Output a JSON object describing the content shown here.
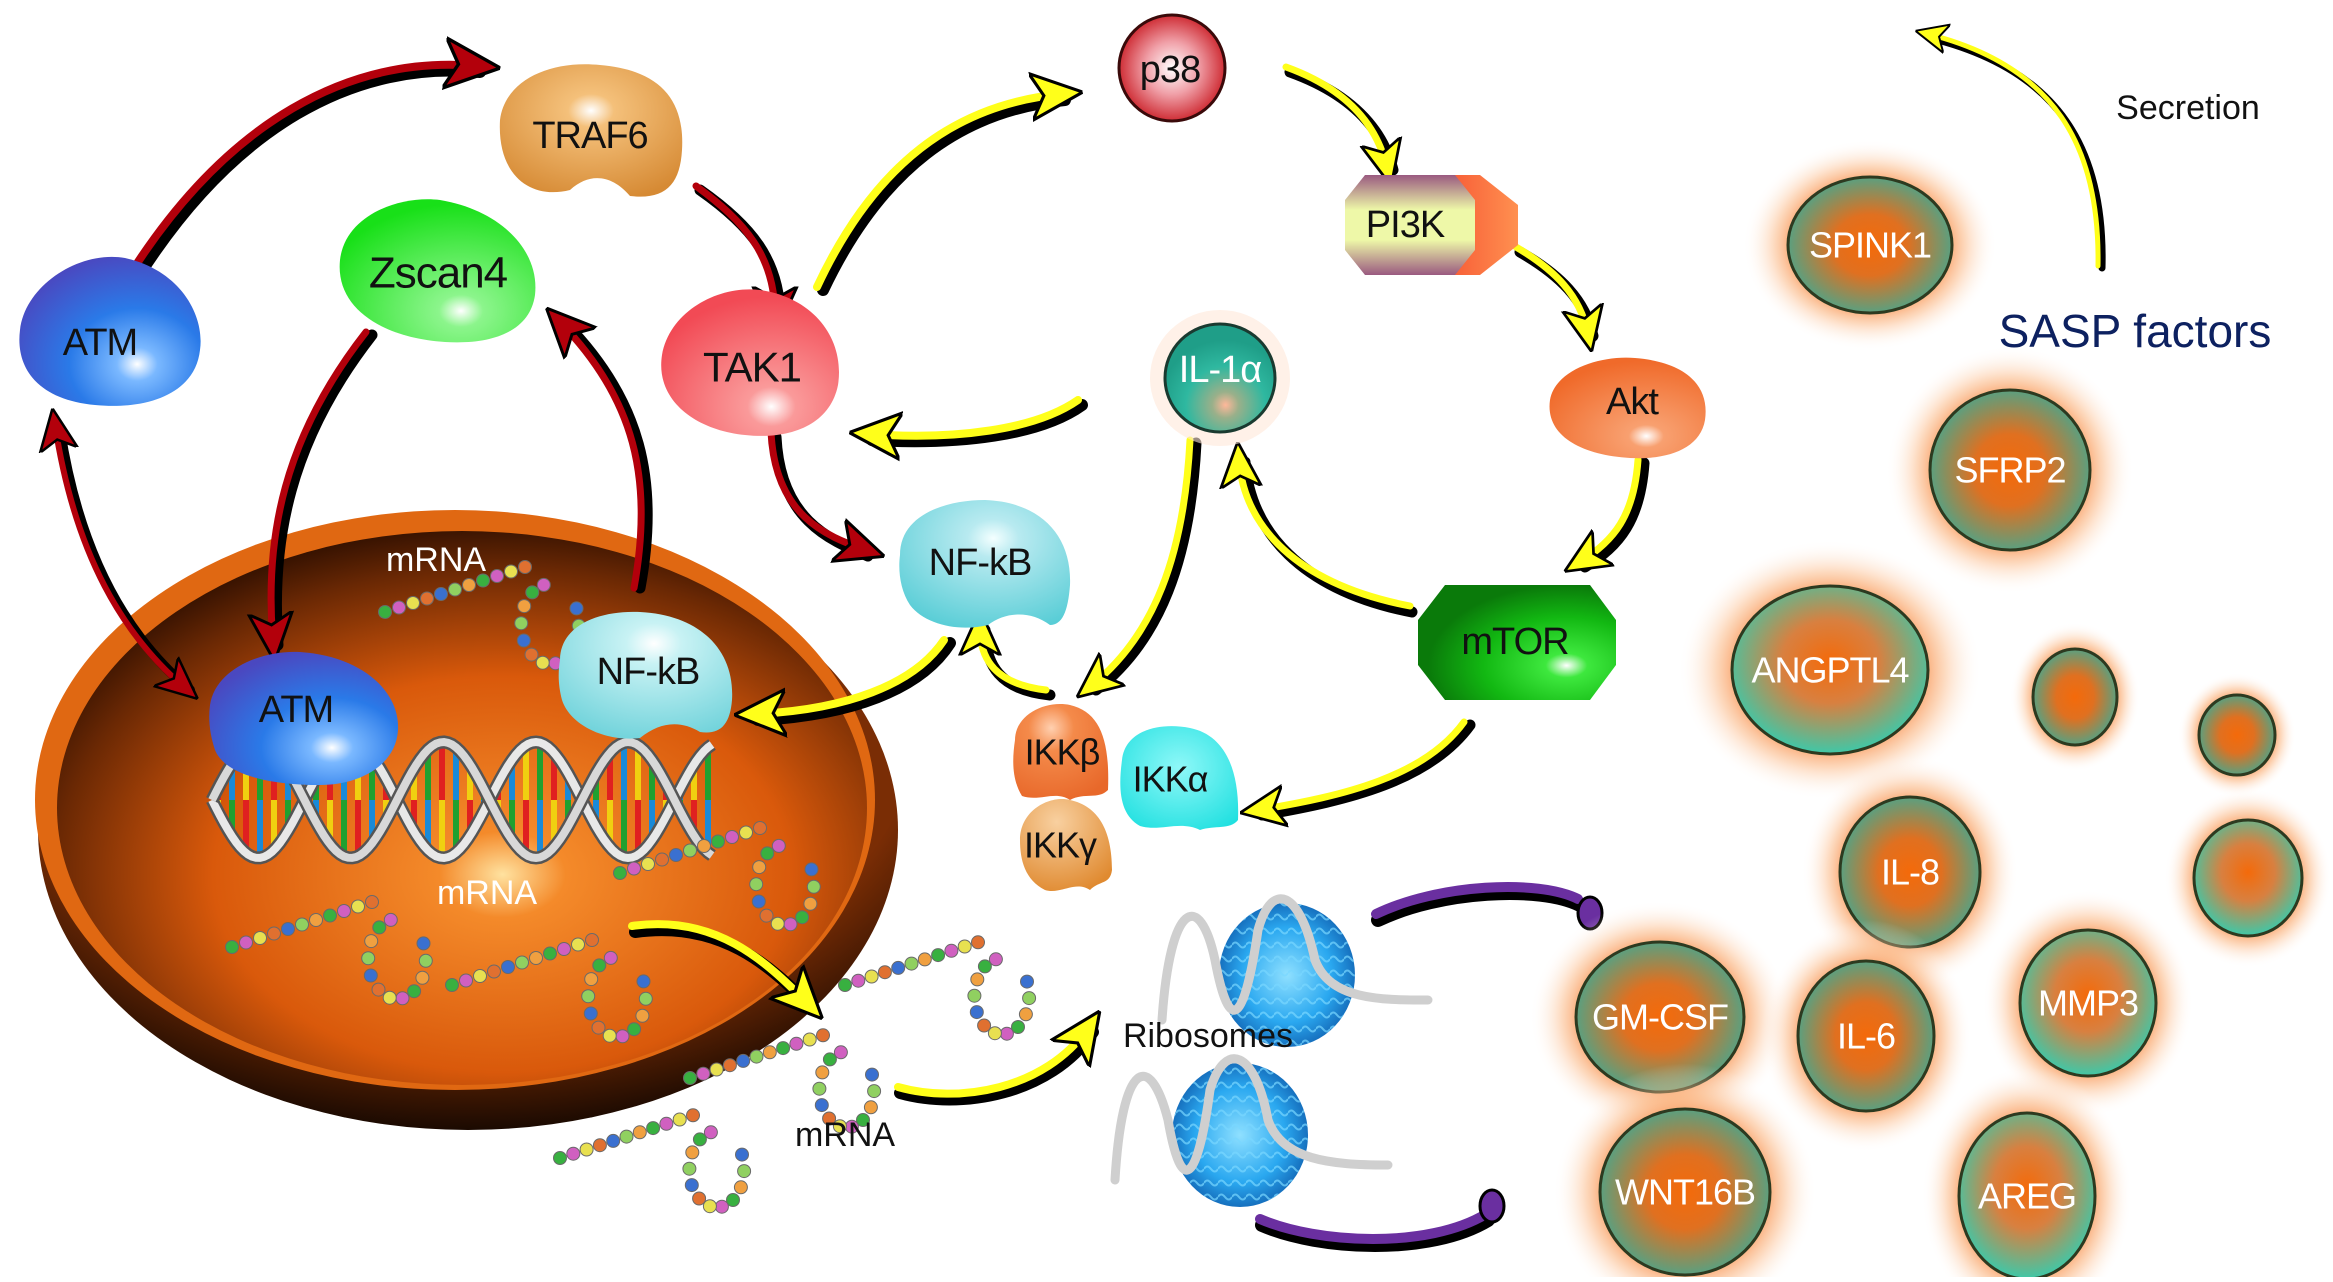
{
  "diagram": {
    "title": "SASP factors",
    "secretion_label": "Secretion",
    "ribosomes_label": "Ribosomes",
    "colors": {
      "red_arrow": "#b3000b",
      "yellow_arrow": "#ffff1a",
      "arrow_shadow": "#000000",
      "nucleus": "#e8640f",
      "sasp_ring": "#5fae8a",
      "sasp_core": "#f06a10",
      "title": "#0d2160",
      "ribosome": "#2f9be0",
      "protein_tail": "#6a2fa0"
    },
    "nodes": {
      "atm_cyto": "ATM",
      "traf6": "TRAF6",
      "zscan4": "Zscan4",
      "tak1": "TAK1",
      "p38": "p38",
      "pi3k": "PI3K",
      "il1a": "IL-1α",
      "akt": "Akt",
      "nfkb_cyto": "NF-kB",
      "mtor": "mTOR",
      "ikkb": "IKKβ",
      "ikka": "IKKα",
      "ikkg": "IKKγ",
      "atm_nuc": "ATM",
      "nfkb_nuc": "NF-kB"
    },
    "mrna_labels": {
      "nucleus_top": "mRNA",
      "nucleus_bottom": "mRNA",
      "cytoplasm": "mRNA"
    },
    "sasp_factors": [
      "SPINK1",
      "SFRP2",
      "ANGPTL4",
      "",
      "",
      "IL-8",
      "",
      "GM-CSF",
      "IL-6",
      "MMP3",
      "WNT16B",
      "AREG"
    ],
    "edges": [
      {
        "from": "ATM",
        "to": "TRAF6",
        "type": "red"
      },
      {
        "from": "TRAF6",
        "to": "TAK1",
        "type": "red"
      },
      {
        "from": "TAK1",
        "to": "NF-kB",
        "type": "red"
      },
      {
        "from": "Zscan4",
        "to": "ATM (nucleus)",
        "type": "red"
      },
      {
        "from": "NF-kB (nucleus)",
        "to": "Zscan4",
        "type": "red"
      },
      {
        "from": "ATM (nucleus)",
        "to": "ATM",
        "type": "red",
        "bidirectional": true
      },
      {
        "from": "TAK1",
        "to": "p38",
        "type": "yellow"
      },
      {
        "from": "p38",
        "to": "PI3K",
        "type": "yellow"
      },
      {
        "from": "PI3K",
        "to": "Akt",
        "type": "yellow"
      },
      {
        "from": "Akt",
        "to": "mTOR",
        "type": "yellow"
      },
      {
        "from": "mTOR",
        "to": "IL-1α",
        "type": "yellow"
      },
      {
        "from": "mTOR",
        "to": "IKK complex",
        "type": "yellow"
      },
      {
        "from": "IL-1α",
        "to": "TAK1",
        "type": "yellow"
      },
      {
        "from": "IL-1α",
        "to": "IKK complex",
        "type": "yellow"
      },
      {
        "from": "IKK complex",
        "to": "NF-kB",
        "type": "yellow"
      },
      {
        "from": "NF-kB",
        "to": "NF-kB (nucleus)",
        "type": "yellow"
      },
      {
        "from": "mRNA (nucleus)",
        "to": "mRNA (cytoplasm)",
        "type": "yellow"
      },
      {
        "from": "mRNA (cytoplasm)",
        "to": "Ribosomes",
        "type": "yellow"
      },
      {
        "from": "SASP factors",
        "to": "Secretion",
        "type": "yellow"
      }
    ]
  }
}
